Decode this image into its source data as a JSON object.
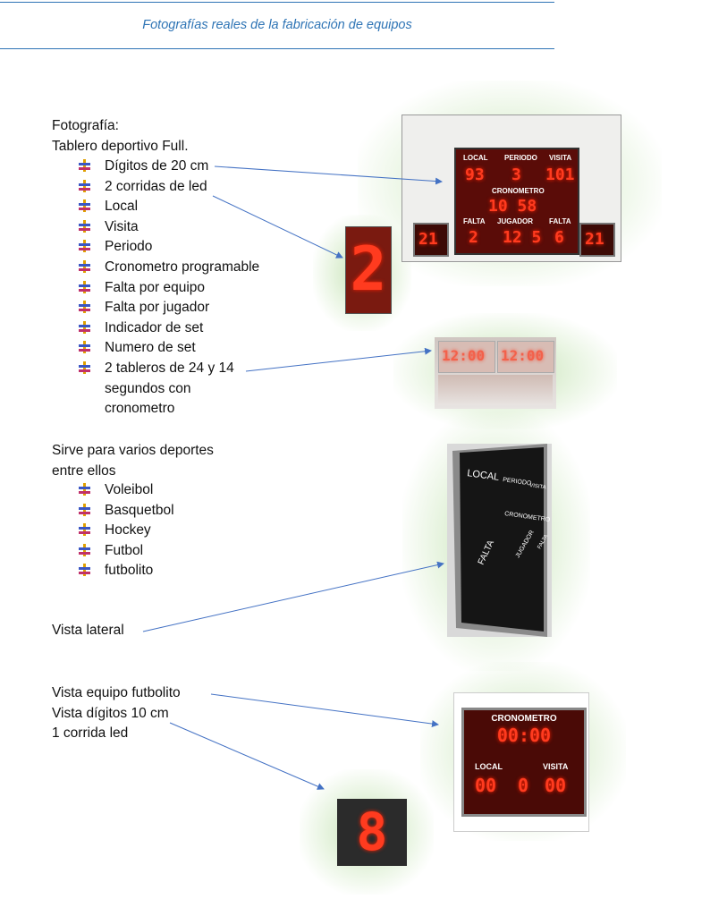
{
  "header": {
    "title": "Fotografías reales de la fabricación de equipos"
  },
  "section1": {
    "line1": "Fotografía:",
    "line2": "Tablero deportivo Full.",
    "items": [
      "Dígitos de 20 cm",
      "2 corridas de led",
      "Local",
      "Visita",
      "Periodo",
      "Cronometro programable",
      "Falta por equipo",
      "Falta por jugador",
      "Indicador de set",
      "Numero de set",
      "2 tableros de 24 y 14",
      "segundos con",
      "cronometro"
    ]
  },
  "section2": {
    "line1": "Sirve para varios deportes",
    "line2": "entre ellos",
    "items": [
      "Voleibol",
      "Basquetbol",
      "Hockey",
      "Futbol",
      "futbolito"
    ]
  },
  "lateral": {
    "label": "Vista lateral"
  },
  "section3": {
    "lines": [
      "Vista equipo futbolito",
      "Vista dígitos 10 cm",
      "1 corrida led"
    ]
  },
  "board_full": {
    "local": "LOCAL",
    "periodo": "PERIODO",
    "visita": "VISITA",
    "local_score": "93",
    "period": "3",
    "visita_score": "101",
    "cronometro": "CRONOMETRO",
    "time": "10 58",
    "falta": "FALTA",
    "jugador": "JUGADOR",
    "falta2": "FALTA",
    "falta_local": "2",
    "player": "12 5",
    "falta_visita": "6",
    "side_left": "21",
    "side_right": "21"
  },
  "digit_big": {
    "value": "2"
  },
  "shot_clocks": {
    "left": "12:00",
    "right": "12:00"
  },
  "lateral_board": {
    "local": "LOCAL",
    "periodo": "PERIODO",
    "visita": "VISITA",
    "cronometro": "CRONOMETRO",
    "falta": "FALTA",
    "jugador": "JUGADOR",
    "falta2": "FALTA"
  },
  "futbolito_board": {
    "cronometro": "CRONOMETRO",
    "time": "00:00",
    "local": "LOCAL",
    "visita": "VISITA",
    "score_local": "00",
    "mid": "0",
    "score_visita": "00"
  },
  "digit_small": {
    "value": "8"
  },
  "colors": {
    "header_blue": "#2e74b5",
    "arrow_blue": "#4472c4",
    "led_red": "#ff3b1f"
  }
}
